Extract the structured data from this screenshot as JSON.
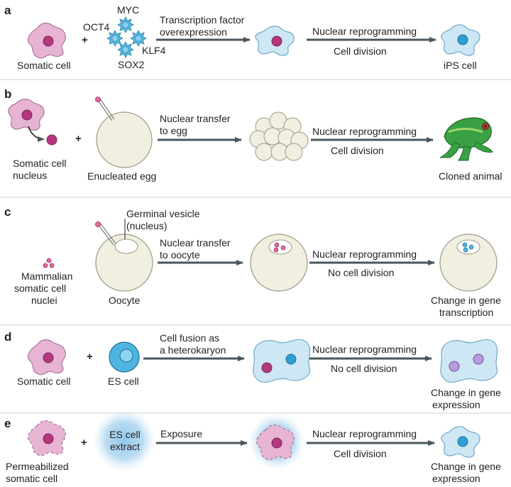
{
  "colors": {
    "arrow": "#4a565e",
    "somatic_fill": "#e7b4d4",
    "somatic_stroke": "#a9769a",
    "nucleus": "#b4387f",
    "blue_cell_fill": "#cde7f4",
    "blue_cell_stroke": "#6fa8c8",
    "blue_nucleus": "#2f9fd3",
    "egg_fill": "#f1efdf",
    "egg_stroke": "#9c9a88",
    "tf_star": "#55b7df",
    "frog": "#3aa044"
  },
  "panels": {
    "a": {
      "letter": "a",
      "factors": {
        "myc": "MYC",
        "oct4": "OCT4",
        "klf4": "KLF4",
        "sox2": "SOX2"
      },
      "plus": "+",
      "somatic": "Somatic cell",
      "step1": [
        "Transcription factor",
        "overexpression"
      ],
      "step2_top": "Nuclear reprogramming",
      "step2_bottom": "Cell division",
      "result": "iPS cell"
    },
    "b": {
      "letter": "b",
      "somatic_nucleus": [
        "Somatic cell",
        "nucleus"
      ],
      "plus": "+",
      "egg": "Enucleated egg",
      "step1": [
        "Nuclear  transfer",
        "to egg"
      ],
      "step2_top": "Nuclear reprogramming",
      "step2_bottom": "Cell division",
      "result": "Cloned animal"
    },
    "c": {
      "letter": "c",
      "vesicle": [
        "Germinal vesicle",
        "(nucleus)"
      ],
      "nuclei": [
        "Mammalian",
        "somatic cell",
        "nuclei"
      ],
      "oocyte": "Oocyte",
      "step1": [
        "Nuclear  transfer",
        "to oocyte"
      ],
      "step2_top": "Nuclear reprogramming",
      "step2_bottom": "No cell division",
      "result": [
        "Change in gene",
        "transcription"
      ]
    },
    "d": {
      "letter": "d",
      "somatic": "Somatic cell",
      "plus": "+",
      "es": "ES cell",
      "step1": [
        "Cell fusion as",
        "a heterokaryon"
      ],
      "step2_top": "Nuclear reprogramming",
      "step2_bottom": "No cell division",
      "result": [
        "Change in gene",
        "expression"
      ]
    },
    "e": {
      "letter": "e",
      "somatic": [
        "Permeabilized",
        "somatic cell"
      ],
      "plus": "+",
      "extract": [
        "ES cell",
        "extract"
      ],
      "step1": "Exposure",
      "step2_top": "Nuclear reprogramming",
      "step2_bottom": "Cell division",
      "result": [
        "Change in gene",
        "expression"
      ]
    }
  }
}
